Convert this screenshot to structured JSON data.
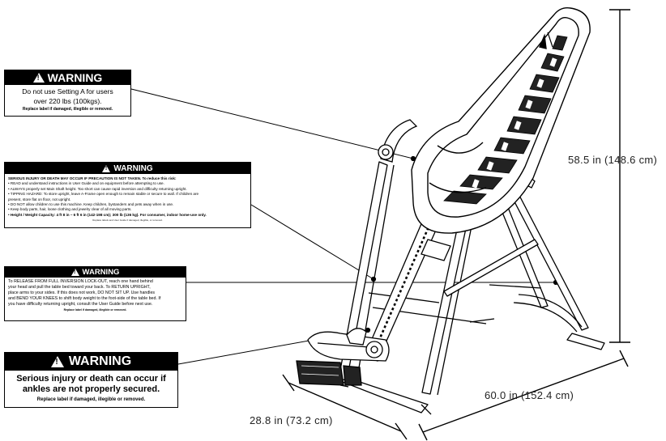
{
  "dimensions": {
    "height": "58.5 in (148.6 cm)",
    "width": "28.8 in (73.2 cm)",
    "length": "60.0 in (152.4 cm)"
  },
  "labels": {
    "label_1": {
      "title": "WARNING",
      "lines": [
        "Do not use Setting A for users",
        "over 220 lbs (100kgs)."
      ],
      "footer": "Replace label if damaged, illegible or removed."
    },
    "label_2": {
      "title": "WARNING",
      "lines": [
        "SERIOUS INJURY OR DEATH MAY OCCUR IF PRECAUTION IS NOT TAKEN. To reduce this risk:",
        "• READ and understand instructions in User Guide and on equipment before attempting to use.",
        "• ALWAYS properly set Main Shaft height. Too short can cause rapid inversion and difficulty returning upright.",
        "• TIPPING HAZARD: To store upright, leave A-Frame open enough to remain stable or secure to wall. If children are",
        "  present, store flat on floor, not upright.",
        "• DO NOT allow children to use this machine. Keep children, bystanders and pets away when in use.",
        "• Keep body parts, hair, loose clothing and jewelry clear of all moving parts.",
        "• Height / Weight Capacity: 4 ft 8 in – 6 ft 6 in (142-198 cm); 300 lb (136 kg). For consumer, indoor home-use only."
      ],
      "footer": "Replace labels and User Guide if damaged, illegible, or removed."
    },
    "label_3": {
      "title": "WARNING",
      "lines": [
        "To RELEASE FROM FULL INVERSION LOCK-OUT, reach one hand behind",
        "your head and pull the table bed toward your back. To RETURN UPRIGHT,",
        "place arms to your sides. If this does not work, DO NOT SIT UP. Use handles",
        "and BEND YOUR KNEES to shift body weight to the foot-side of the table bed. If",
        "you have difficulty returning upright, consult the User Guide before next use."
      ],
      "footer": "Replace label if damaged, illegible or removed."
    },
    "label_4": {
      "title": "WARNING",
      "lines": [
        "Serious injury or death can occur if",
        "ankles are not properly secured."
      ],
      "footer": "Replace label if damaged, illegible or removed."
    }
  }
}
